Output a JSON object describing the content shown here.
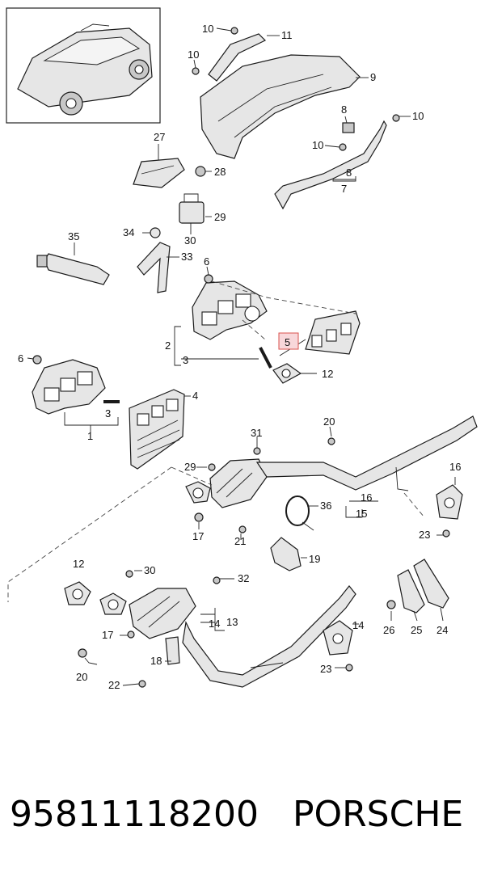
{
  "callouts": [
    "1",
    "2",
    "3",
    "4",
    "5",
    "6",
    "7",
    "8",
    "9",
    "10",
    "11",
    "12",
    "13",
    "14",
    "15",
    "16",
    "17",
    "18",
    "19",
    "20",
    "21",
    "22",
    "23",
    "24",
    "25",
    "26",
    "27",
    "28",
    "29",
    "30",
    "31",
    "32",
    "33",
    "34",
    "35",
    "36"
  ],
  "highlighted_callout": "5",
  "footer": {
    "part_number": "95811118200",
    "brand": "PORSCHE"
  },
  "colors": {
    "highlight_fill": "#f8d7da",
    "highlight_stroke": "#d9534f"
  }
}
